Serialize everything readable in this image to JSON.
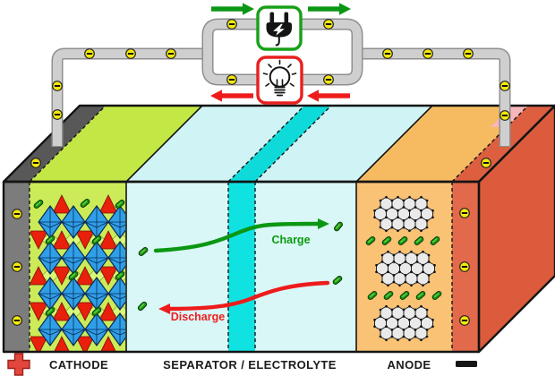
{
  "diagram": {
    "bottom_labels": {
      "cathode": "CATHODE",
      "separator_electrolyte": "SEPARATOR / ELECTROLYTE",
      "anode": "ANODE"
    },
    "flow_labels": {
      "charge": "Charge",
      "discharge": "Discharge"
    },
    "icons": {
      "positive_terminal": "plus-icon",
      "negative_terminal": "minus-icon",
      "charger": "power-plug-lightning-icon",
      "load": "light-bulb-icon",
      "electron": "electron-minus-icon",
      "lithium_ion": "lithium-ion-pill-icon",
      "cathode_crystal": "blue-octahedra-lattice",
      "anode_structure": "graphite-hexagon-layers"
    },
    "colors": {
      "charge_green": "#0B9713",
      "discharge_red": "#EE1B1B",
      "wire_gray": "#CFCFCF",
      "electron_yellow": "#F4E90C",
      "cathode_green": "#CBEC58",
      "electrolyte_cyan": "#D9F7F7",
      "separator_cyan": "#10E2E2",
      "anode_orange": "#F9C274",
      "cathode_collector_gray": "#7C7C7C",
      "anode_collector_red": "#E2694B",
      "battery_side_red": "#DB5B3C",
      "crystal_blue": "#2F9FE8",
      "crystal_red": "#E8200C",
      "graphite_gray": "#EAEAEA",
      "ion_green": "#1E9212"
    }
  }
}
